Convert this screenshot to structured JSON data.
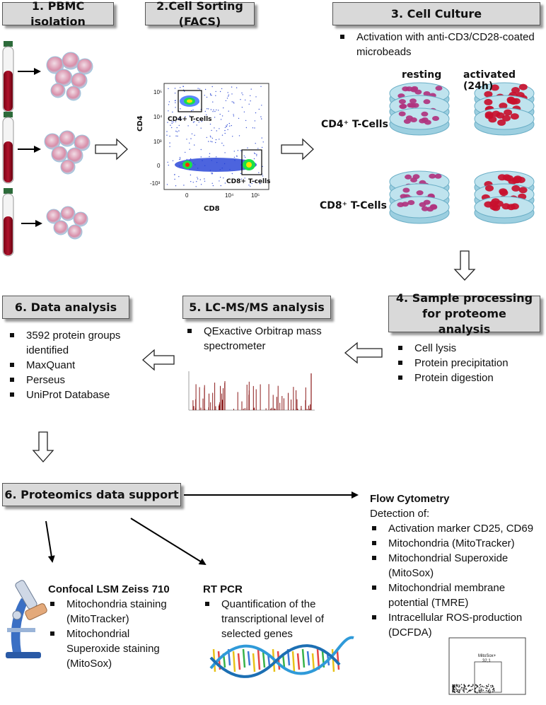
{
  "steps": {
    "pbmc": "1. PBMC isolation",
    "sorting": "2.Cell Sorting (FACS)",
    "culture": "3. Cell Culture",
    "processing": "4. Sample processing for proteome analysis",
    "lcms": "5. LC-MS/MS analysis",
    "data": "6. Data analysis",
    "support": "6. Proteomics data support"
  },
  "facs": {
    "y_axis": "CD4",
    "x_axis": "CD8",
    "gate_cd4": "CD4+ T-cells",
    "gate_cd8": "CD8+ T-cells",
    "y_ticks": [
      "10⁵",
      "10⁴",
      "10³",
      "0",
      "-10³"
    ],
    "x_ticks": [
      "0",
      "10⁴",
      "10⁵"
    ]
  },
  "culture": {
    "bullet": "Activation with anti-CD3/CD28-coated microbeads",
    "col_resting": "resting",
    "col_activated": "activated (24h)",
    "row_cd4": "CD4⁺ T-Cells",
    "row_cd8": "CD8⁺ T-Cells"
  },
  "processing_items": [
    "Cell lysis",
    "Protein precipitation",
    "Protein digestion"
  ],
  "lcms_items": [
    "QExactive Orbitrap mass spectrometer"
  ],
  "data_items": [
    "3592 protein groups identified",
    "MaxQuant",
    "Perseus",
    "UniProt Database"
  ],
  "flow": {
    "title": "Flow Cytometry",
    "intro": "Detection of:",
    "items": [
      "Activation marker CD25, CD69",
      "Mitochondria (MitoTracker)",
      "Mitochondrial Superoxide (MitoSox)",
      "Mitochondrial membrane potential (TMRE)",
      "Intracellular ROS-production (DCFDA)"
    ],
    "plot_gate": "MitoSox+",
    "plot_value": "32,1"
  },
  "confocal": {
    "title": "Confocal LSM Zeiss 710",
    "items": [
      " Mitochondria staining (MitoTracker)",
      "Mitochondrial Superoxide staining (MitoSox)"
    ]
  },
  "rtpcr": {
    "title": "RT PCR",
    "items": [
      "Quantification of the transcriptional level of selected genes"
    ]
  },
  "colors": {
    "box_fill": "#d9d9d9",
    "blood": "#a0001c",
    "dish": "#bfe3ee",
    "activated_cell": "#c8102e",
    "resting_cell": "#b0337f",
    "spectrum": "#8b1a1a"
  }
}
